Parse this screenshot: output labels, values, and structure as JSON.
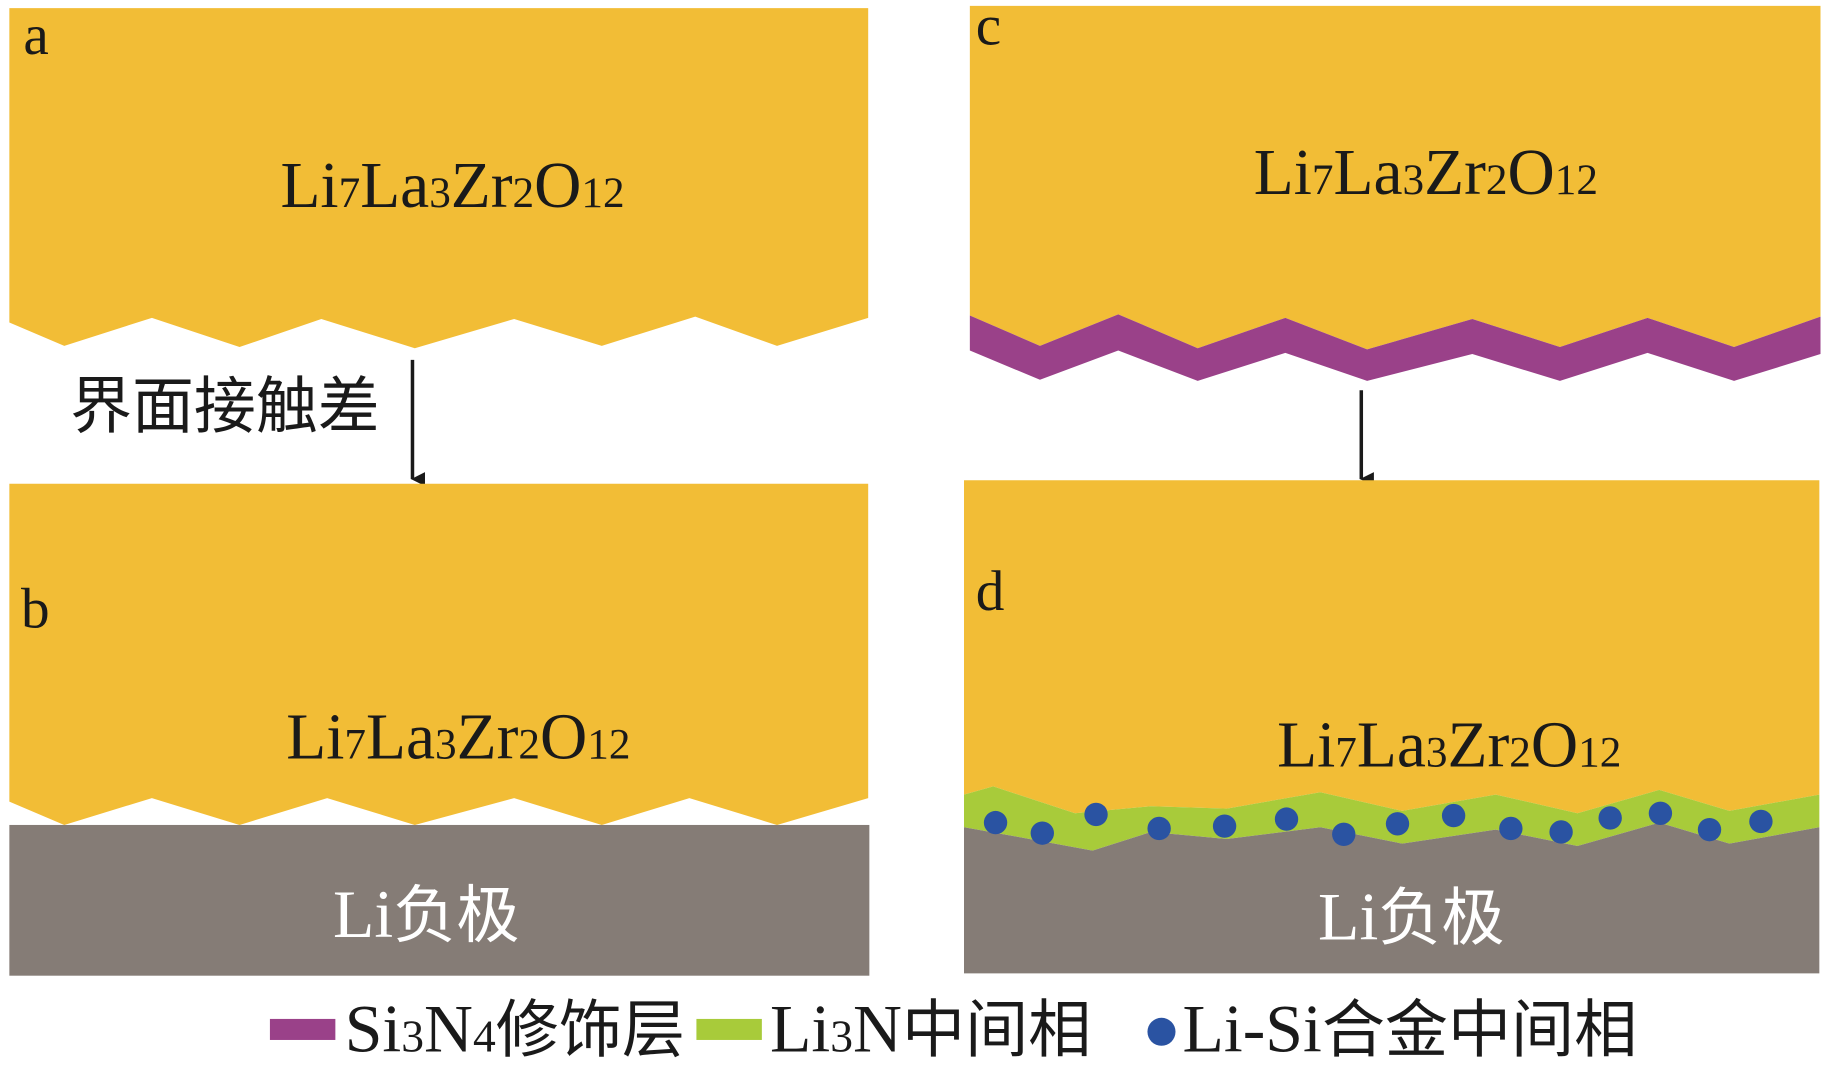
{
  "colors": {
    "electrolyte": "#F2BD36",
    "anode": "#857C76",
    "si3n4_layer": "#9A4189",
    "li3n_phase": "#A8CB3A",
    "lisi_dot": "#2A53A2",
    "arrow": "#1a1a1a",
    "background": "#ffffff"
  },
  "panels": {
    "a": {
      "letter": "a"
    },
    "b": {
      "letter": "b"
    },
    "c": {
      "letter": "c"
    },
    "d": {
      "letter": "d"
    }
  },
  "formula": {
    "p1": "Li",
    "s1": "7",
    "p2": "La",
    "s2": "3",
    "p3": "Zr",
    "s3": "2",
    "p4": "O",
    "s4": "12"
  },
  "anode": {
    "latin": "Li",
    "cjk": "负极"
  },
  "annotation": {
    "left_arrow": "界面接触差"
  },
  "legend": {
    "si3n4": {
      "p1": "Si",
      "s1": "3",
      "p2": "N",
      "s2": "4",
      "cjk": "修饰层"
    },
    "li3n": {
      "p1": "Li",
      "s1": "3",
      "p2": "N",
      "cjk": "中间相"
    },
    "lisi": {
      "latin": "Li-Si",
      "cjk": "合金中间相"
    }
  },
  "icons": {
    "down_arrow": "arrow-down-icon",
    "legend_bar": "legend-swatch-bar",
    "legend_dot": "legend-swatch-dot"
  }
}
